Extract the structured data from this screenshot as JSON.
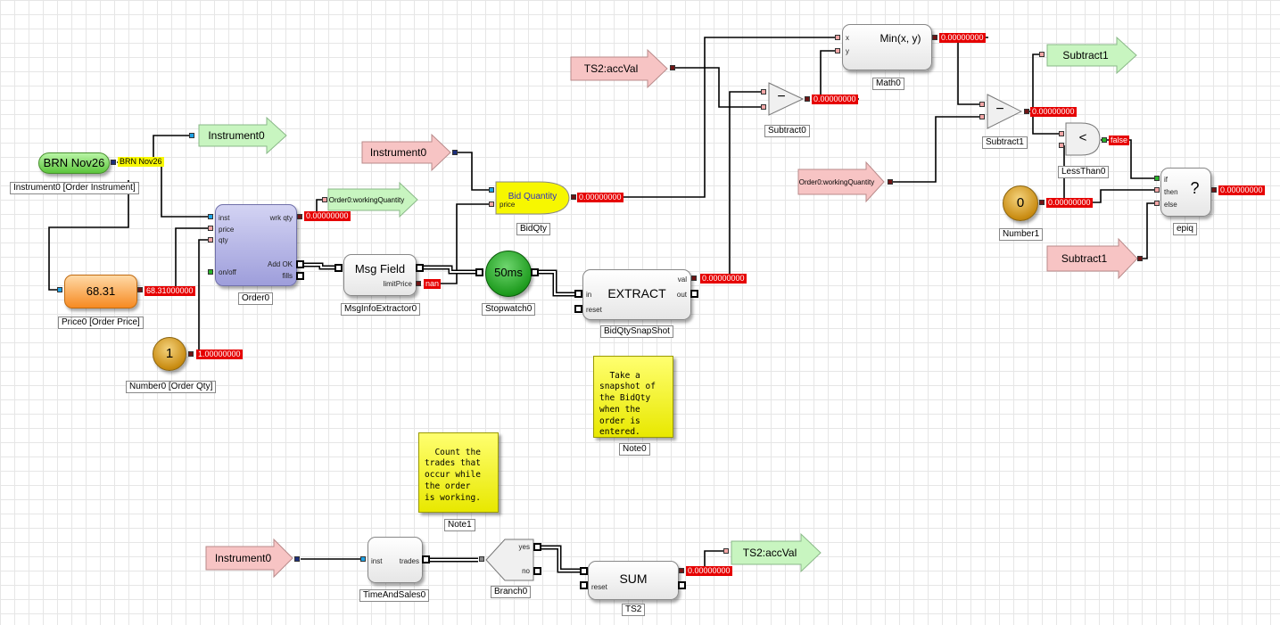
{
  "nodes": {
    "instrument_block": {
      "label": "BRN Nov26",
      "caption": "Instrument0 [Order Instrument]",
      "output_value": "BRN Nov26"
    },
    "price_block": {
      "label": "68.31",
      "caption": "Price0 [Order Price]",
      "output_value": "68.31000000"
    },
    "qty_block": {
      "label": "1",
      "caption": "Number0 [Order Qty]",
      "output_value": "1.00000000"
    },
    "order_block": {
      "caption": "Order0",
      "ports": {
        "inst": "inst",
        "price": "price",
        "qty": "qty",
        "onoff": "on/off",
        "wrk_qty": "wrk qty",
        "add_ok": "Add OK",
        "fills": "fills"
      },
      "wrk_qty_value": "0.00000000"
    },
    "order_wq_out": {
      "label": "Order0:workingQuantity"
    },
    "instrument_out_top": {
      "label": "Instrument0"
    },
    "msg_field": {
      "label": "Msg Field",
      "caption": "MsgInfoExtractor0",
      "port_limit": "limitPrice",
      "value": "nan"
    },
    "instrument_in_mid": {
      "label": "Instrument0"
    },
    "bidqty": {
      "label": "Bid Quantity",
      "caption": "BidQty",
      "port_price": "price",
      "value": "0.00000000"
    },
    "stopwatch": {
      "label": "50ms",
      "caption": "Stopwatch0"
    },
    "extract": {
      "label": "EXTRACT",
      "caption": "BidQtySnapShot",
      "port_val": "val",
      "port_out": "out",
      "port_in": "in",
      "port_reset": "reset",
      "value": "0.00000000"
    },
    "ts2_accval_in": {
      "label": "TS2:accVal"
    },
    "subtract0": {
      "label": "−",
      "caption": "Subtract0",
      "value": "0.00000000"
    },
    "math0": {
      "label": "Min(x, y)",
      "caption": "Math0",
      "port_x": "x",
      "port_y": "y",
      "value": "0.00000000"
    },
    "subtract1_out_top": {
      "label": "Subtract1"
    },
    "order_wq_in": {
      "label": "Order0:workingQuantity"
    },
    "subtract1": {
      "label": "−",
      "caption": "Subtract1",
      "value": "0.00000000"
    },
    "lessthan0": {
      "label": "<",
      "caption": "LessThan0",
      "value": "false"
    },
    "number1": {
      "label": "0",
      "caption": "Number1",
      "value": "0.00000000"
    },
    "epiq": {
      "label": "?",
      "caption": "epiq",
      "port_if": "if",
      "port_then": "then",
      "port_else": "else",
      "value": "0.00000000"
    },
    "subtract1_in": {
      "label": "Subtract1"
    },
    "note0": {
      "text": "Take a\nsnapshot of\nthe BidQty\nwhen the\norder is\nentered.",
      "caption": "Note0"
    },
    "note1": {
      "text": "Count the\ntrades that\noccur while\nthe order\nis working.",
      "caption": "Note1"
    },
    "instrument_in_bottom": {
      "label": "Instrument0"
    },
    "timeandsales": {
      "caption": "TimeAndSales0",
      "port_inst": "inst",
      "port_trades": "trades"
    },
    "branch0": {
      "caption": "Branch0",
      "port_yes": "yes",
      "port_no": "no"
    },
    "sum": {
      "label": "SUM",
      "caption": "TS2",
      "port_reset": "reset",
      "value": "0.00000000"
    },
    "ts2_accval_out": {
      "label": "TS2:accVal"
    }
  },
  "colors": {
    "pink_arrow": "#f7c4c4",
    "green_arrow": "#c8f5c0",
    "value_tag": "#e60000",
    "note_yellow": "#f5f500",
    "order_blue": "#a8a8e0",
    "price_orange": "#f68a22"
  }
}
